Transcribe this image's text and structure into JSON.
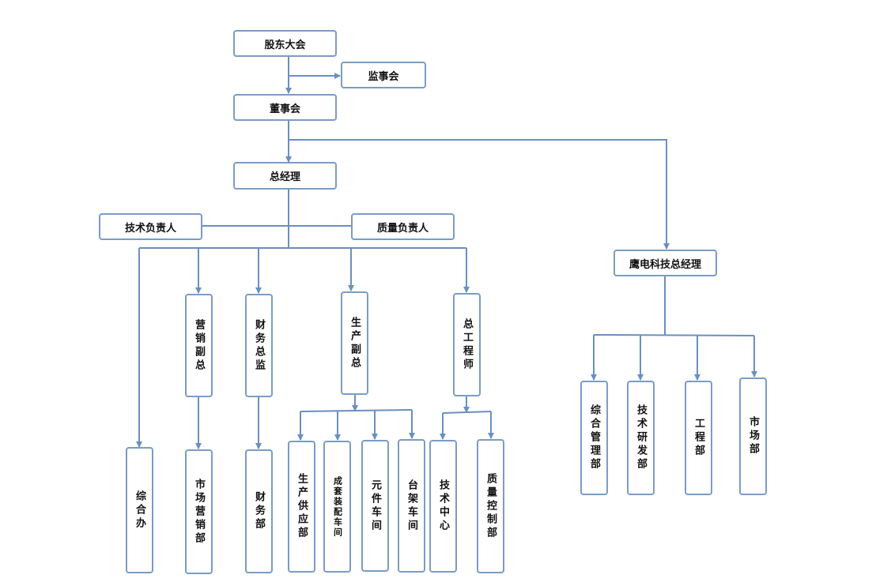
{
  "org_chart": {
    "top": {
      "shareholders": "股东大会",
      "supervisory_board": "监事会",
      "board": "董事会",
      "general_manager": "总经理"
    },
    "staff_roles": {
      "tech_lead": "技术负责人",
      "quality_lead": "质量负责人"
    },
    "departments": {
      "general_office": "综合办",
      "vp_marketing": "营销副总",
      "marketing_dept": "市场营销部",
      "cfo": "财务总监",
      "finance_dept": "财务部",
      "vp_production": "生产副总",
      "production_supply": "生产供应部",
      "assembly_workshop": "成套装配车间",
      "component_workshop": "元件车间",
      "frame_workshop": "台架车间",
      "chief_engineer": "总工程师",
      "tech_center": "技术中心",
      "quality_control": "质量控制部"
    },
    "subsidiary": {
      "manager": "鹰电科技总经理",
      "admin_dept": "综合管理部",
      "rnd_dept": "技术研发部",
      "engineering_dept": "工程部",
      "market_dept": "市场部"
    }
  },
  "colors": {
    "line": "#6b8fbf",
    "box_border": "#7a9cc6",
    "text": "#111111"
  }
}
